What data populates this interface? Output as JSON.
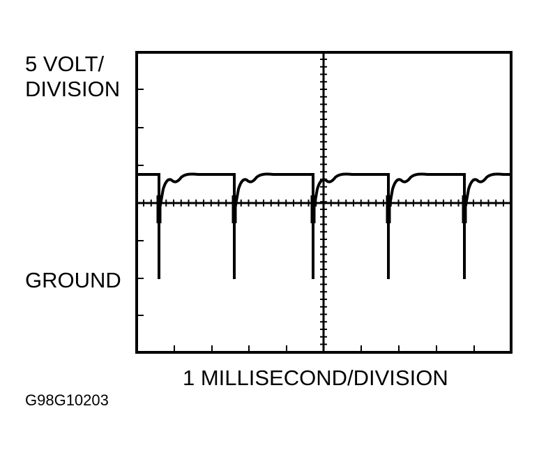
{
  "diagram": {
    "y_label_scale_line1": "5 VOLT/",
    "y_label_scale_line2": "DIVISION",
    "y_label_ground": "GROUND",
    "x_label": "1 MILLISECOND/DIVISION",
    "figure_id": "G98G10203",
    "trace_color": "#000000"
  }
}
